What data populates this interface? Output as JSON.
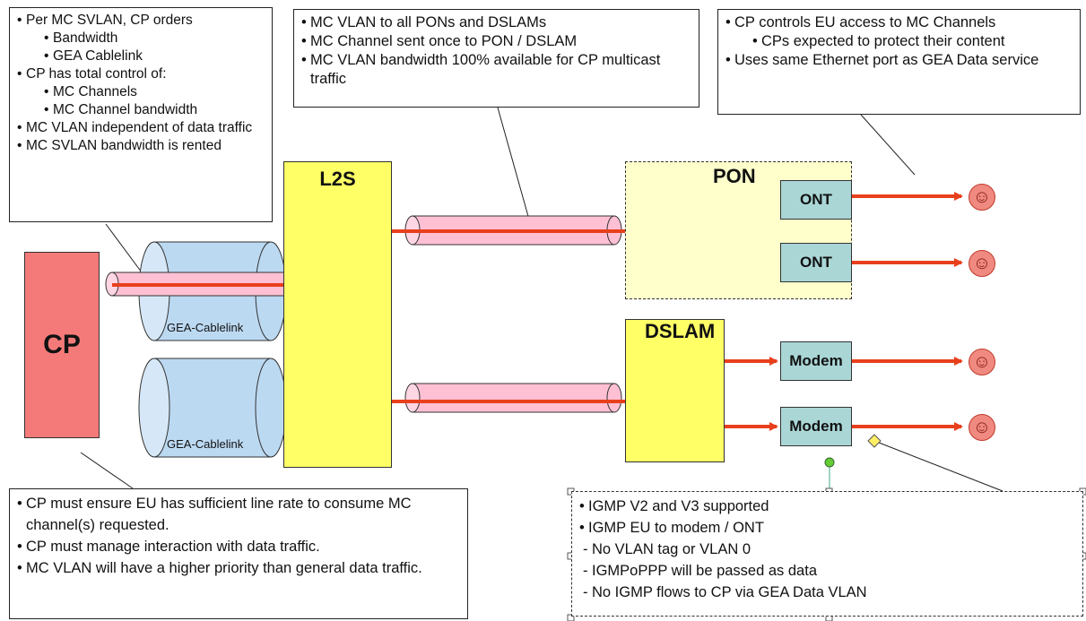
{
  "callouts": {
    "top_left": {
      "items": [
        {
          "type": "b",
          "text": "Per MC SVLAN, CP orders"
        },
        {
          "type": "sub",
          "text": "Bandwidth"
        },
        {
          "type": "sub",
          "text": "GEA Cablelink"
        },
        {
          "type": "b",
          "text": "CP has total control of:"
        },
        {
          "type": "sub",
          "text": "MC Channels"
        },
        {
          "type": "sub",
          "text": "MC Channel bandwidth"
        },
        {
          "type": "b",
          "text": "MC VLAN independent of data traffic"
        },
        {
          "type": "b",
          "text": "MC SVLAN bandwidth is rented"
        }
      ]
    },
    "top_middle": {
      "items": [
        {
          "type": "b",
          "text": "MC VLAN to all PONs and DSLAMs"
        },
        {
          "type": "b",
          "text": "MC Channel sent once to PON / DSLAM"
        },
        {
          "type": "b",
          "text": "MC VLAN bandwidth 100% available for CP multicast traffic"
        }
      ]
    },
    "top_right": {
      "items": [
        {
          "type": "b",
          "text": "CP controls EU access to MC Channels"
        },
        {
          "type": "sub",
          "text": "CPs expected to protect their content"
        },
        {
          "type": "b",
          "text": "Uses same Ethernet port as GEA Data service"
        }
      ]
    },
    "bottom_left": {
      "items": [
        {
          "type": "b",
          "text": "CP must ensure EU has sufficient line rate to consume MC channel(s) requested."
        },
        {
          "type": "b",
          "text": "CP must manage interaction with data traffic."
        },
        {
          "type": "b",
          "text": "MC VLAN will have a higher priority than general data traffic."
        }
      ]
    },
    "bottom_right": {
      "items": [
        {
          "type": "b",
          "text": "IGMP V2 and V3 supported"
        },
        {
          "type": "b",
          "text": "IGMP EU to modem / ONT"
        },
        {
          "type": "dash",
          "text": "No VLAN tag or VLAN 0"
        },
        {
          "type": "dash",
          "text": "IGMPoPPP will be passed as data"
        },
        {
          "type": "dash",
          "text": "No IGMP flows to CP via GEA Data VLAN"
        }
      ]
    }
  },
  "nodes": {
    "cp": "CP",
    "l2s": "L2S",
    "pon": "PON",
    "dslam": "DSLAM",
    "ont_1": "ONT",
    "ont_2": "ONT",
    "modem_1": "Modem",
    "modem_2": "Modem",
    "cablelink_1": "GEA-Cablelink",
    "cablelink_2": "GEA-Cablelink"
  },
  "end_user_icon": "smiley-face-icon",
  "colors": {
    "cp": "#f47a7a",
    "l2s": "#ffff66",
    "pon": "#ffffcc",
    "device": "#aad6d6",
    "cable": "#bcd9f2",
    "vlan_tube": "#ffc0d4",
    "arrow": "#e8401c",
    "smiley": "#f08a80"
  }
}
